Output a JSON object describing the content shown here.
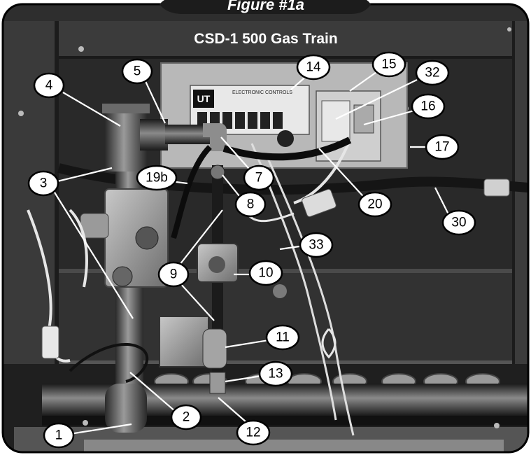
{
  "figure_tab": "Figure #1a",
  "title": "CSD-1 500 Gas Train",
  "control_box_label": "ELECTRONIC CONTROLS",
  "control_box_brand": "UT",
  "callouts": [
    "1",
    "2",
    "3",
    "4",
    "5",
    "7",
    "8",
    "9",
    "10",
    "11",
    "12",
    "13",
    "14",
    "15",
    "16",
    "17",
    "19b",
    "20",
    "30",
    "32",
    "33"
  ]
}
